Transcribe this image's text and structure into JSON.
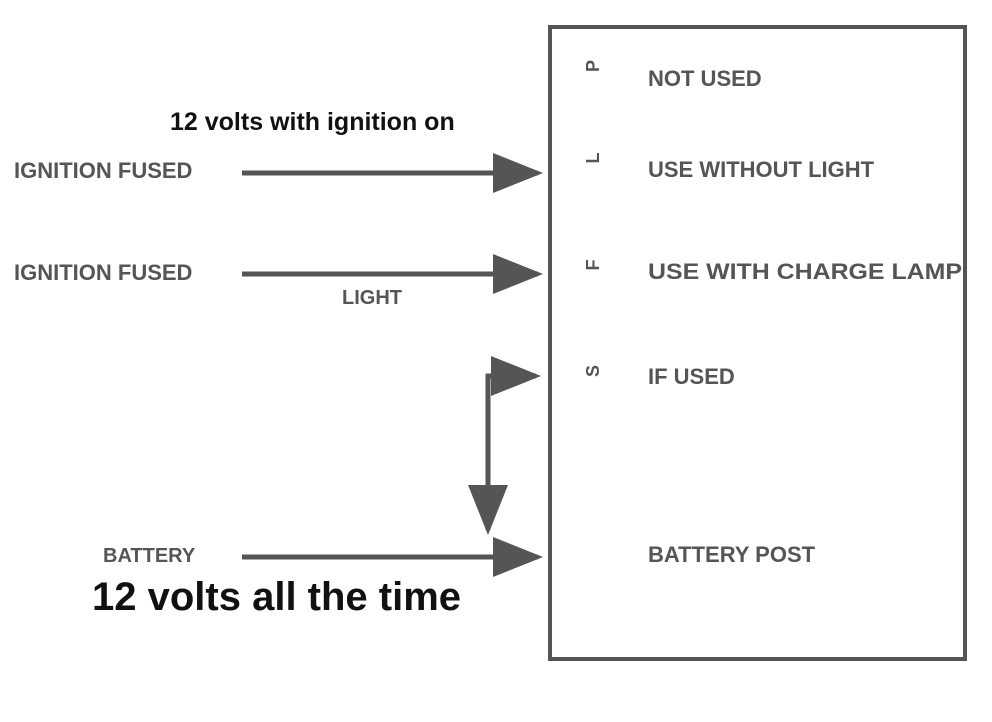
{
  "notes": {
    "ignition_note": "12 volts with ignition on",
    "battery_note": "12 volts all the time"
  },
  "inputs": {
    "ignition_fused_1": "IGNITION FUSED",
    "ignition_fused_2": "IGNITION FUSED",
    "light": "LIGHT",
    "battery": "BATTERY"
  },
  "terminals": [
    {
      "letter": "P",
      "label": "NOT USED"
    },
    {
      "letter": "L",
      "label": "USE WITHOUT LIGHT"
    },
    {
      "letter": "F",
      "label": "USE WITH CHARGE LAMP"
    },
    {
      "letter": "S",
      "label": "IF USED"
    },
    {
      "letter": "",
      "label": "BATTERY POST"
    }
  ],
  "colors": {
    "line": "#555555",
    "note_text": "#111111"
  }
}
